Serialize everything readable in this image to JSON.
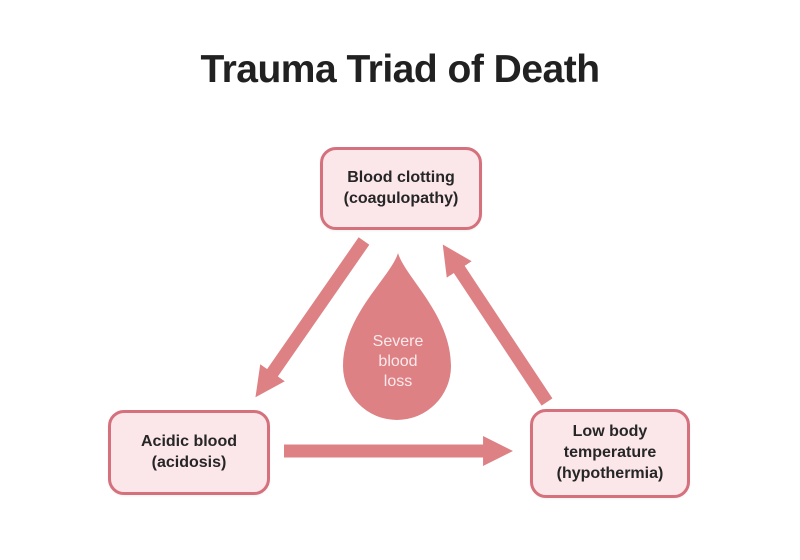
{
  "title": "Trauma Triad of Death",
  "nodes": {
    "coagulopathy": {
      "label": "Blood clotting\n(coagulopathy)"
    },
    "acidosis": {
      "label": "Acidic blood\n(acidosis)"
    },
    "hypothermia": {
      "label": "Low body\ntemperature\n(hypothermia)"
    }
  },
  "center": {
    "icon": "blood-drop-icon",
    "label": "Severe\nblood\nloss"
  },
  "arrows": [
    {
      "name": "coagulopathy-to-acidosis",
      "from": "Blood clotting (coagulopathy)",
      "to": "Acidic blood (acidosis)",
      "direction": "down-left"
    },
    {
      "name": "acidosis-to-hypothermia",
      "from": "Acidic blood (acidosis)",
      "to": "Low body temperature (hypothermia)",
      "direction": "right"
    },
    {
      "name": "hypothermia-to-coagulopathy",
      "from": "Low body temperature (hypothermia)",
      "to": "Blood clotting (coagulopathy)",
      "direction": "up-left"
    }
  ],
  "colors": {
    "background": "#ffffff",
    "accent": "#dd8184",
    "box_fill": "#fbe6ea",
    "box_border": "#d4717c",
    "title_text": "#212121",
    "box_text": "#262626",
    "drop_text": "#fce9ec"
  }
}
